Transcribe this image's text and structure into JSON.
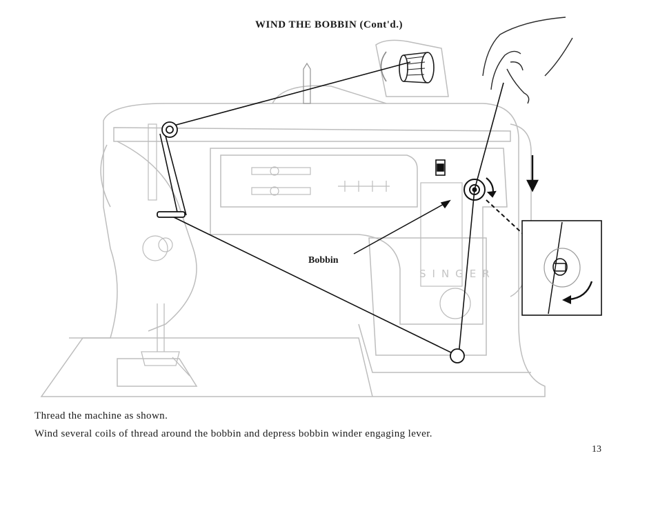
{
  "page": {
    "title": "WIND THE BOBBIN (Cont'd.)",
    "callout_label": "Bobbin",
    "brand_text": "SINGER",
    "instructions": [
      "Thread the machine as shown.",
      "Wind several coils of thread around the bobbin and depress bobbin winder engaging lever."
    ],
    "page_number": "13"
  },
  "colors": {
    "ink": "#1a1a1a",
    "faint": "#b8b8b8",
    "paper": "#ffffff"
  }
}
